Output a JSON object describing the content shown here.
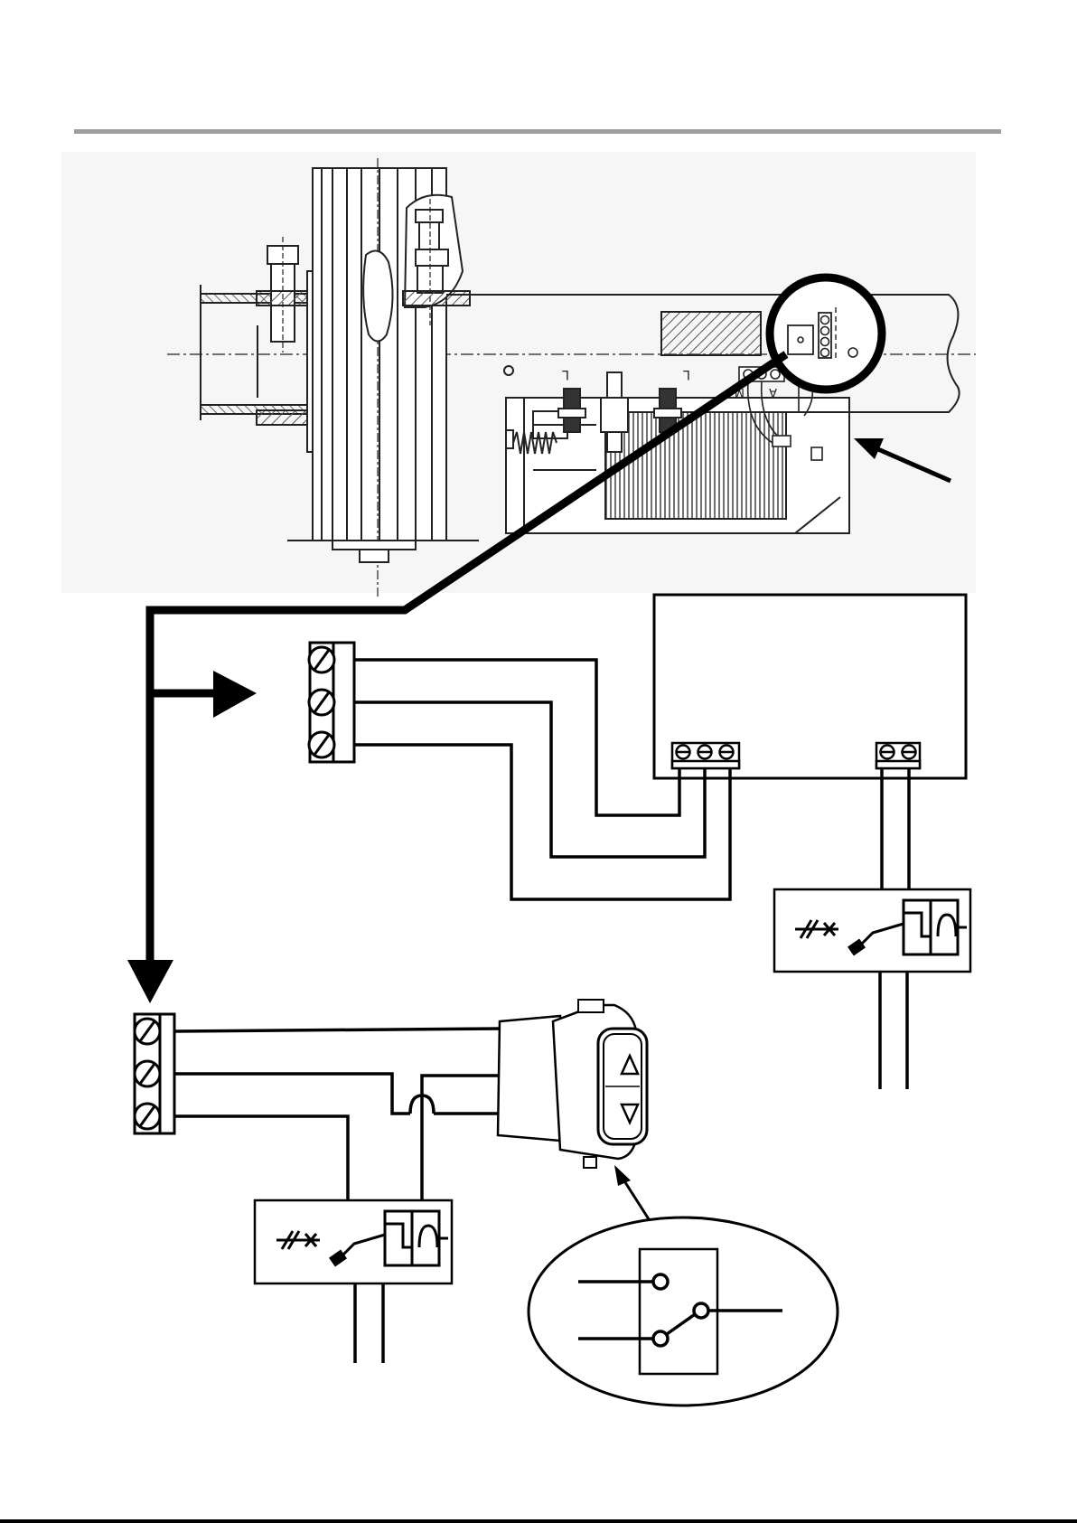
{
  "motor_labels": {
    "gear_marker_left": "L",
    "gear_marker_right": "L",
    "terminal_left": "M",
    "terminal_right": "A"
  },
  "symbols": {
    "switch_button_up": "up-triangle-icon",
    "switch_button_down": "down-triangle-icon",
    "circuit_breaker": "circuit-breaker-symbol",
    "changeover_contact": "changeover-contact-symbol",
    "screw_terminal": "screw-terminal-icon"
  },
  "colors": {
    "line": "#000000",
    "header_rule": "#9e9e9e",
    "photo_bg": "#f6f6f6",
    "hatch": "#555555"
  }
}
